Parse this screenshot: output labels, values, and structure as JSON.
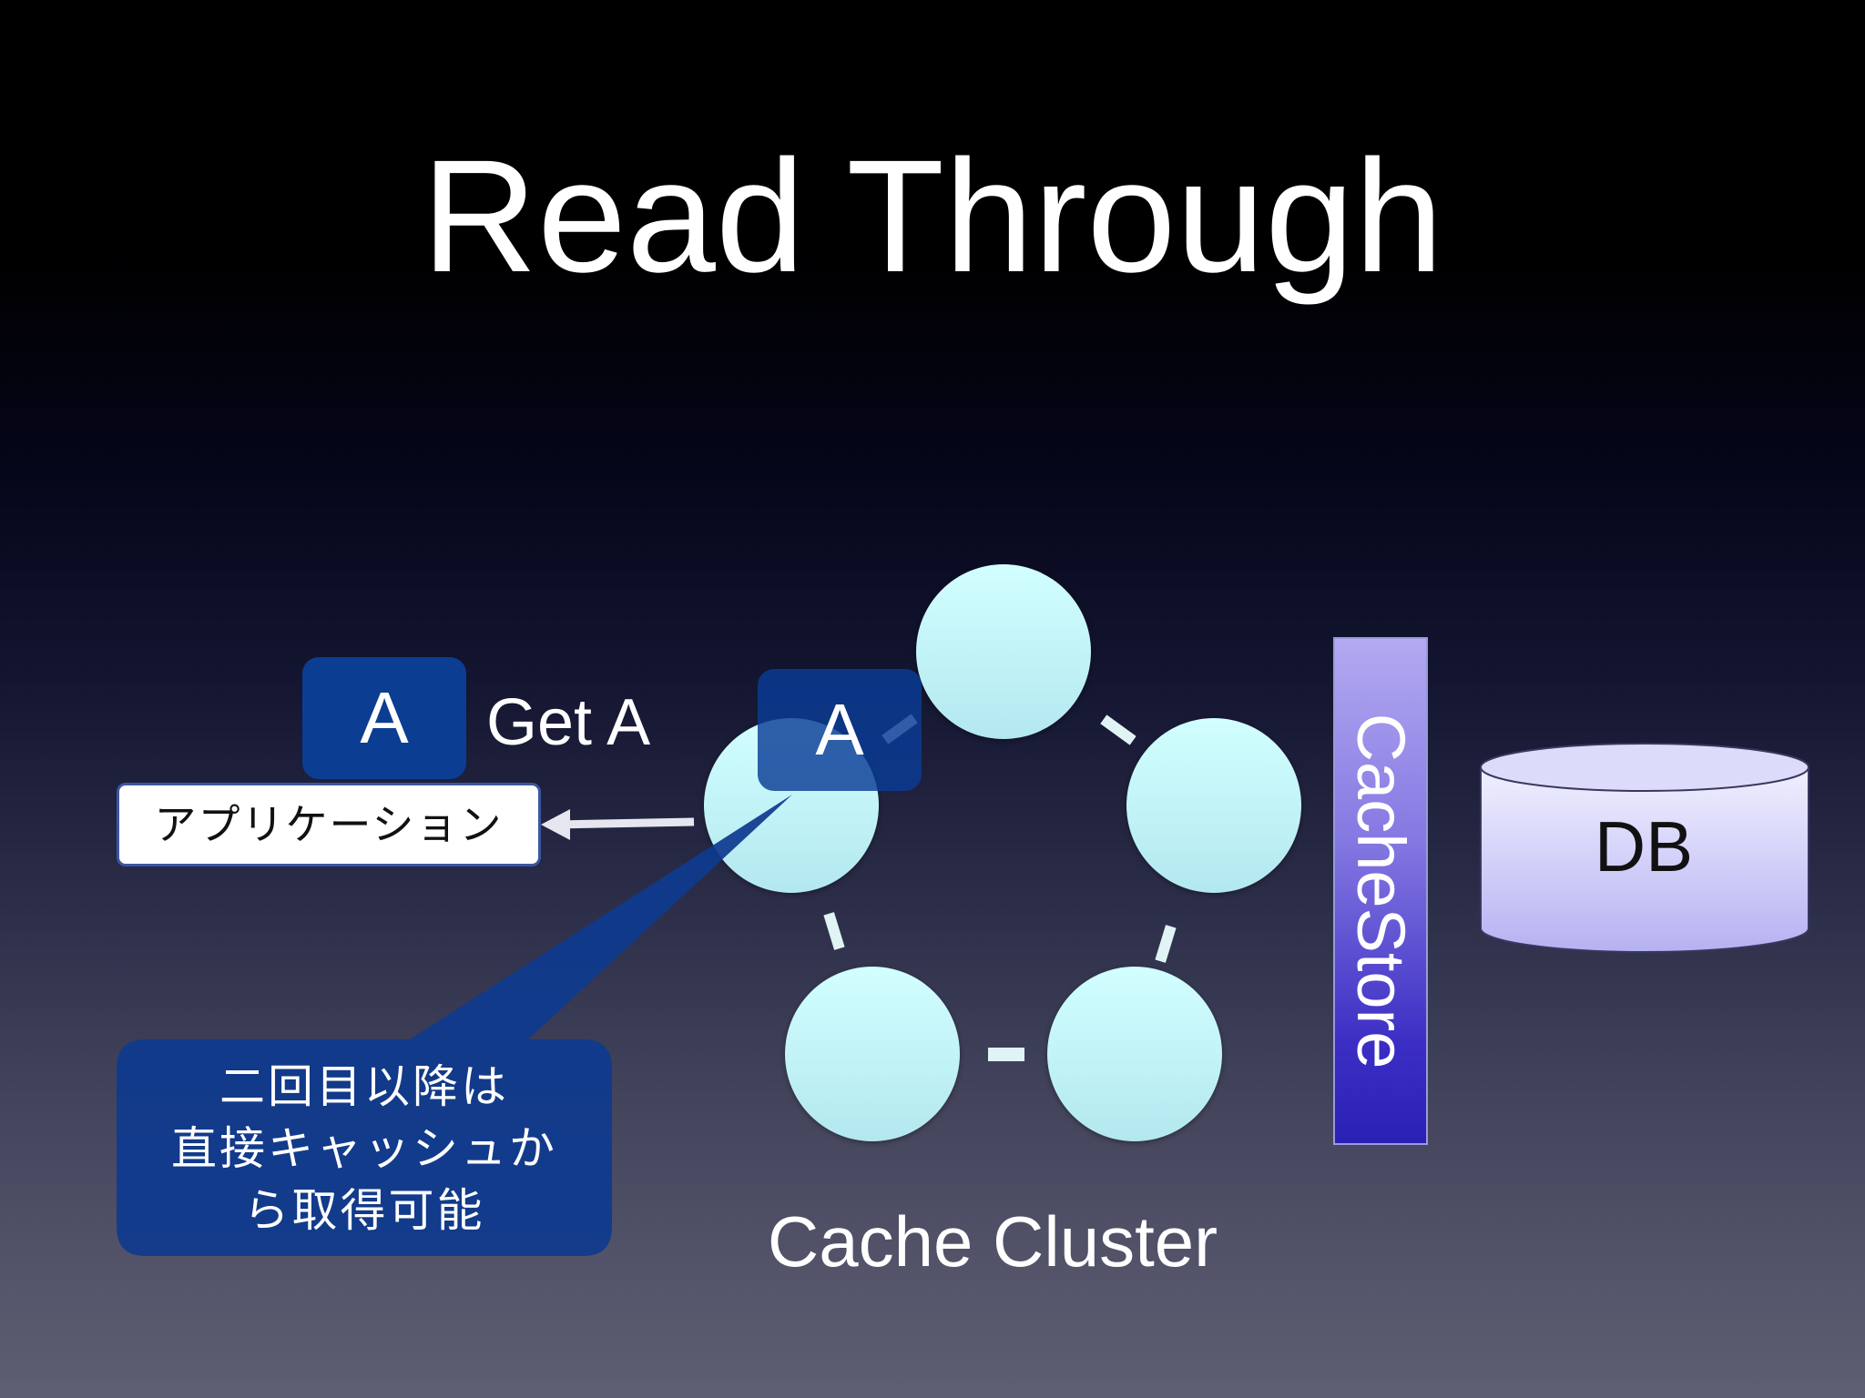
{
  "slide": {
    "title": "Read Through",
    "app_label": "アプリケーション",
    "request": {
      "key_label": "A",
      "get_label": "Get A"
    },
    "cached_key_label": "A",
    "callout_lines": [
      "二回目以降は",
      "直接キャッシュか",
      "ら取得可能"
    ],
    "cachestore_label": "CacheStore",
    "db_label": "DB",
    "cluster_label": "Cache Cluster"
  },
  "colors": {
    "node_fill": "#c8f8fb",
    "key_box": "#0b3d92",
    "callout_fill": "#0f3a8e",
    "cachestore_top": "#b3aaf2",
    "cachestore_bottom": "#2a20b4",
    "db_fill": "#d8d8f8"
  }
}
